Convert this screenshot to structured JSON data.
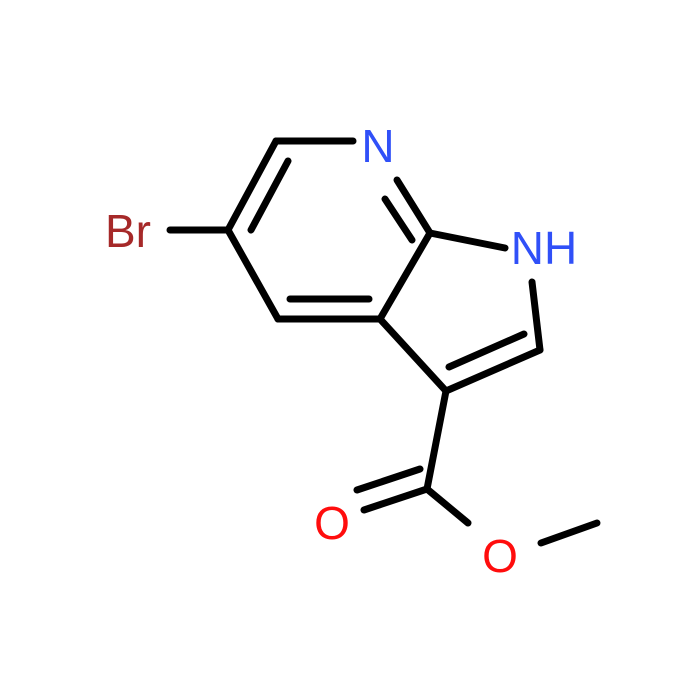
{
  "molecule": {
    "atoms": [
      {
        "id": "N7",
        "label": "N",
        "color": "#3050F8"
      },
      {
        "id": "N1",
        "label": "NH",
        "color": "#3050F8"
      },
      {
        "id": "Br",
        "label": "Br",
        "color": "#A62929"
      },
      {
        "id": "O_carbonyl",
        "label": "O",
        "color": "#FF0D0D"
      },
      {
        "id": "O_ester",
        "label": "O",
        "color": "#FF0D0D"
      }
    ],
    "bond_color": "#000000"
  }
}
